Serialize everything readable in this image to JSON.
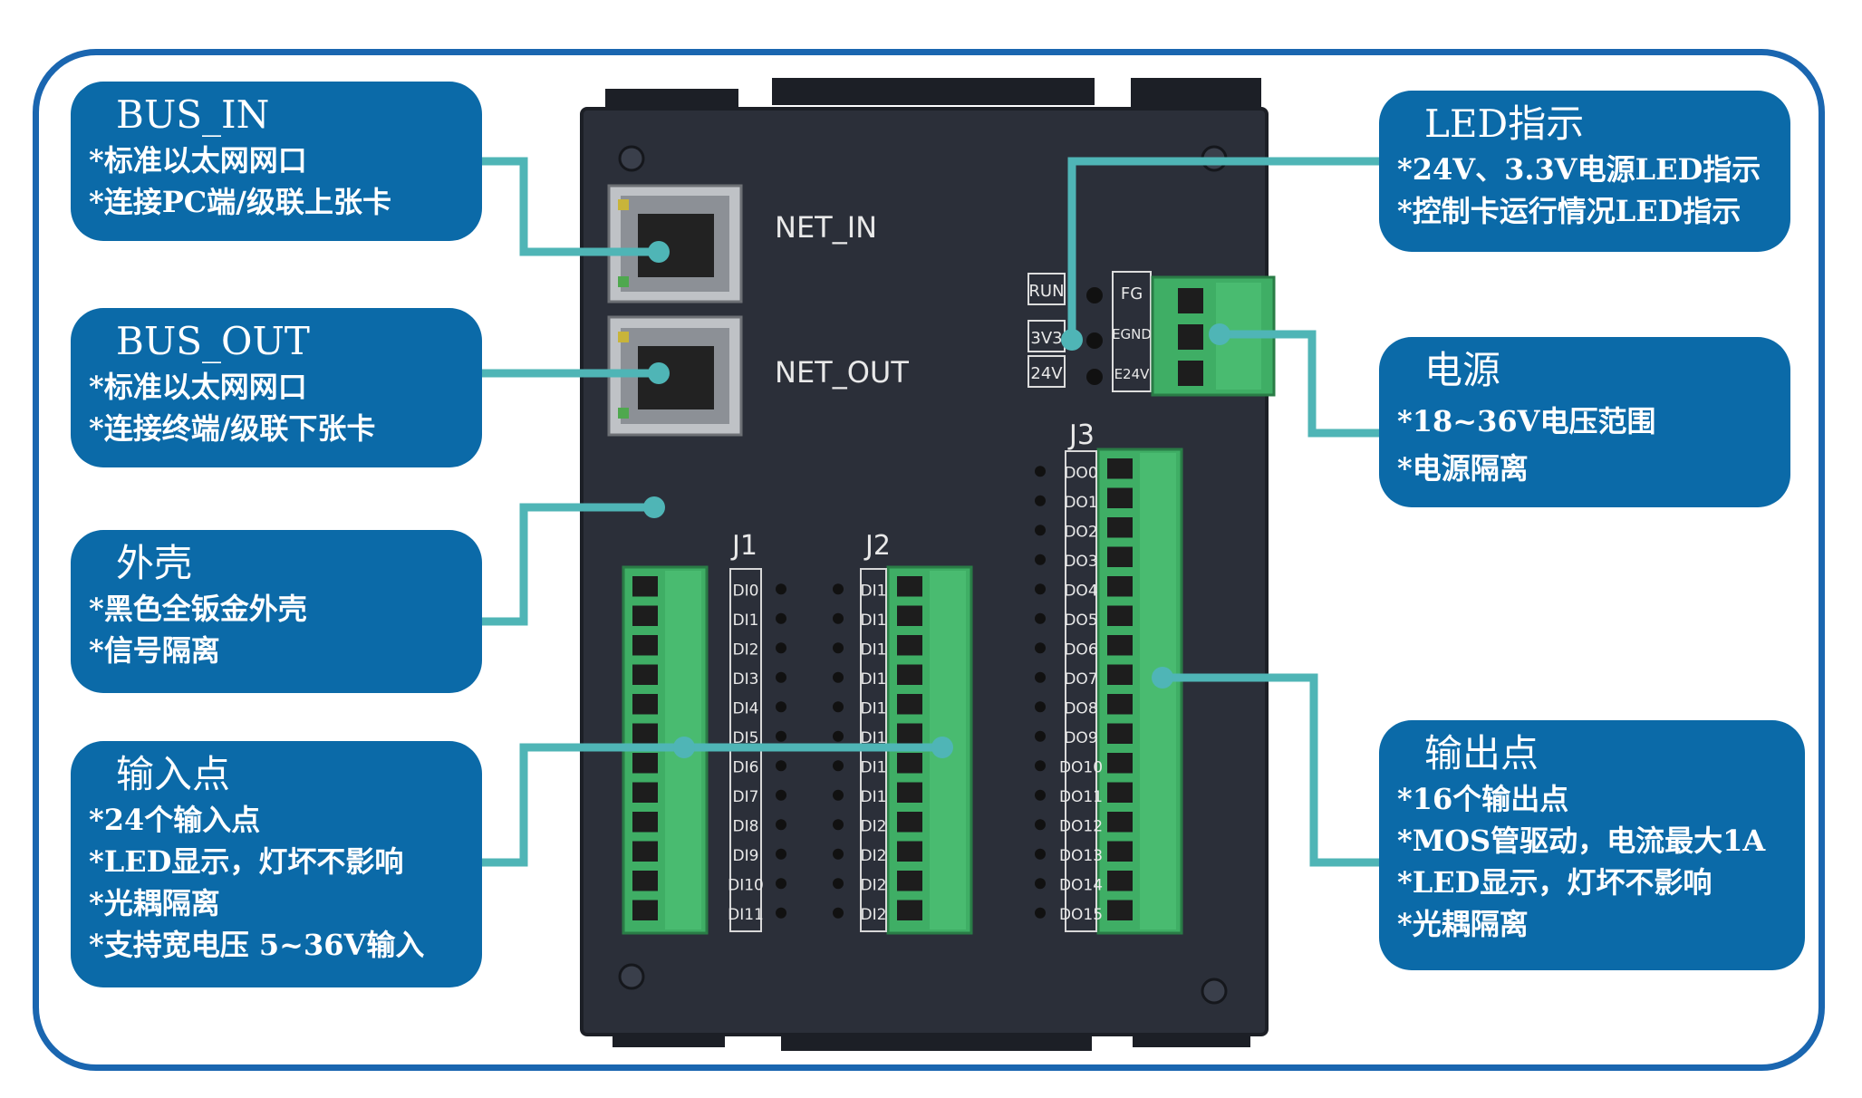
{
  "callouts": {
    "bus_in": {
      "title": "BUS_IN",
      "lines": [
        "*标准以太网网口",
        "*连接PC端/级联上张卡"
      ]
    },
    "bus_out": {
      "title": "BUS_OUT",
      "lines": [
        "*标准以太网网口",
        "*连接终端/级联下张卡"
      ]
    },
    "shell": {
      "title": "外壳",
      "lines": [
        "*黑色全钣金外壳",
        "*信号隔离"
      ]
    },
    "inputs": {
      "title": "输入点",
      "lines": [
        "*24个输入点",
        "*LED显示，灯坏不影响",
        "*光耦隔离",
        "*支持宽电压 5~36V输入"
      ]
    },
    "led": {
      "title": "LED指示",
      "lines": [
        "*24V、3.3V电源LED指示",
        "*控制卡运行情况LED指示"
      ]
    },
    "power": {
      "title": "电源",
      "lines": [
        "*18~36V电压范围",
        "*电源隔离"
      ]
    },
    "outputs": {
      "title": "输出点",
      "lines": [
        "*16个输出点",
        "*MOS管驱动，电流最大1A",
        "*LED显示，灯坏不影响",
        "*光耦隔离"
      ]
    }
  },
  "device": {
    "net_in": "NET_IN",
    "net_out": "NET_OUT",
    "led_labels": [
      "RUN",
      "3V3",
      "24V"
    ],
    "power_labels": [
      "FG",
      "EGND",
      "E24V"
    ],
    "j1": "J1",
    "j2": "J2",
    "j3": "J3",
    "j1_pins": [
      "DI0",
      "DI1",
      "DI2",
      "DI3",
      "DI4",
      "DI5",
      "DI6",
      "DI7",
      "DI8",
      "DI9",
      "DI10",
      "DI11"
    ],
    "j2_pins": [
      "DI1",
      "DI1",
      "DI1",
      "DI1",
      "DI1",
      "DI1",
      "DI1",
      "DI1",
      "DI2",
      "DI2",
      "DI2",
      "DI2"
    ],
    "j3_pins": [
      "DO0",
      "DO1",
      "DO2",
      "DO3",
      "DO4",
      "DO5",
      "DO6",
      "DO7",
      "DO8",
      "DO9",
      "DO10",
      "DO11",
      "DO12",
      "DO13",
      "DO14",
      "DO15"
    ]
  },
  "colors": {
    "frame": "#1a66b0",
    "callout": "#0b6aa8",
    "leader": "#4fb5b6",
    "panel": "#2b2f39",
    "terminal": "#3fae65"
  }
}
